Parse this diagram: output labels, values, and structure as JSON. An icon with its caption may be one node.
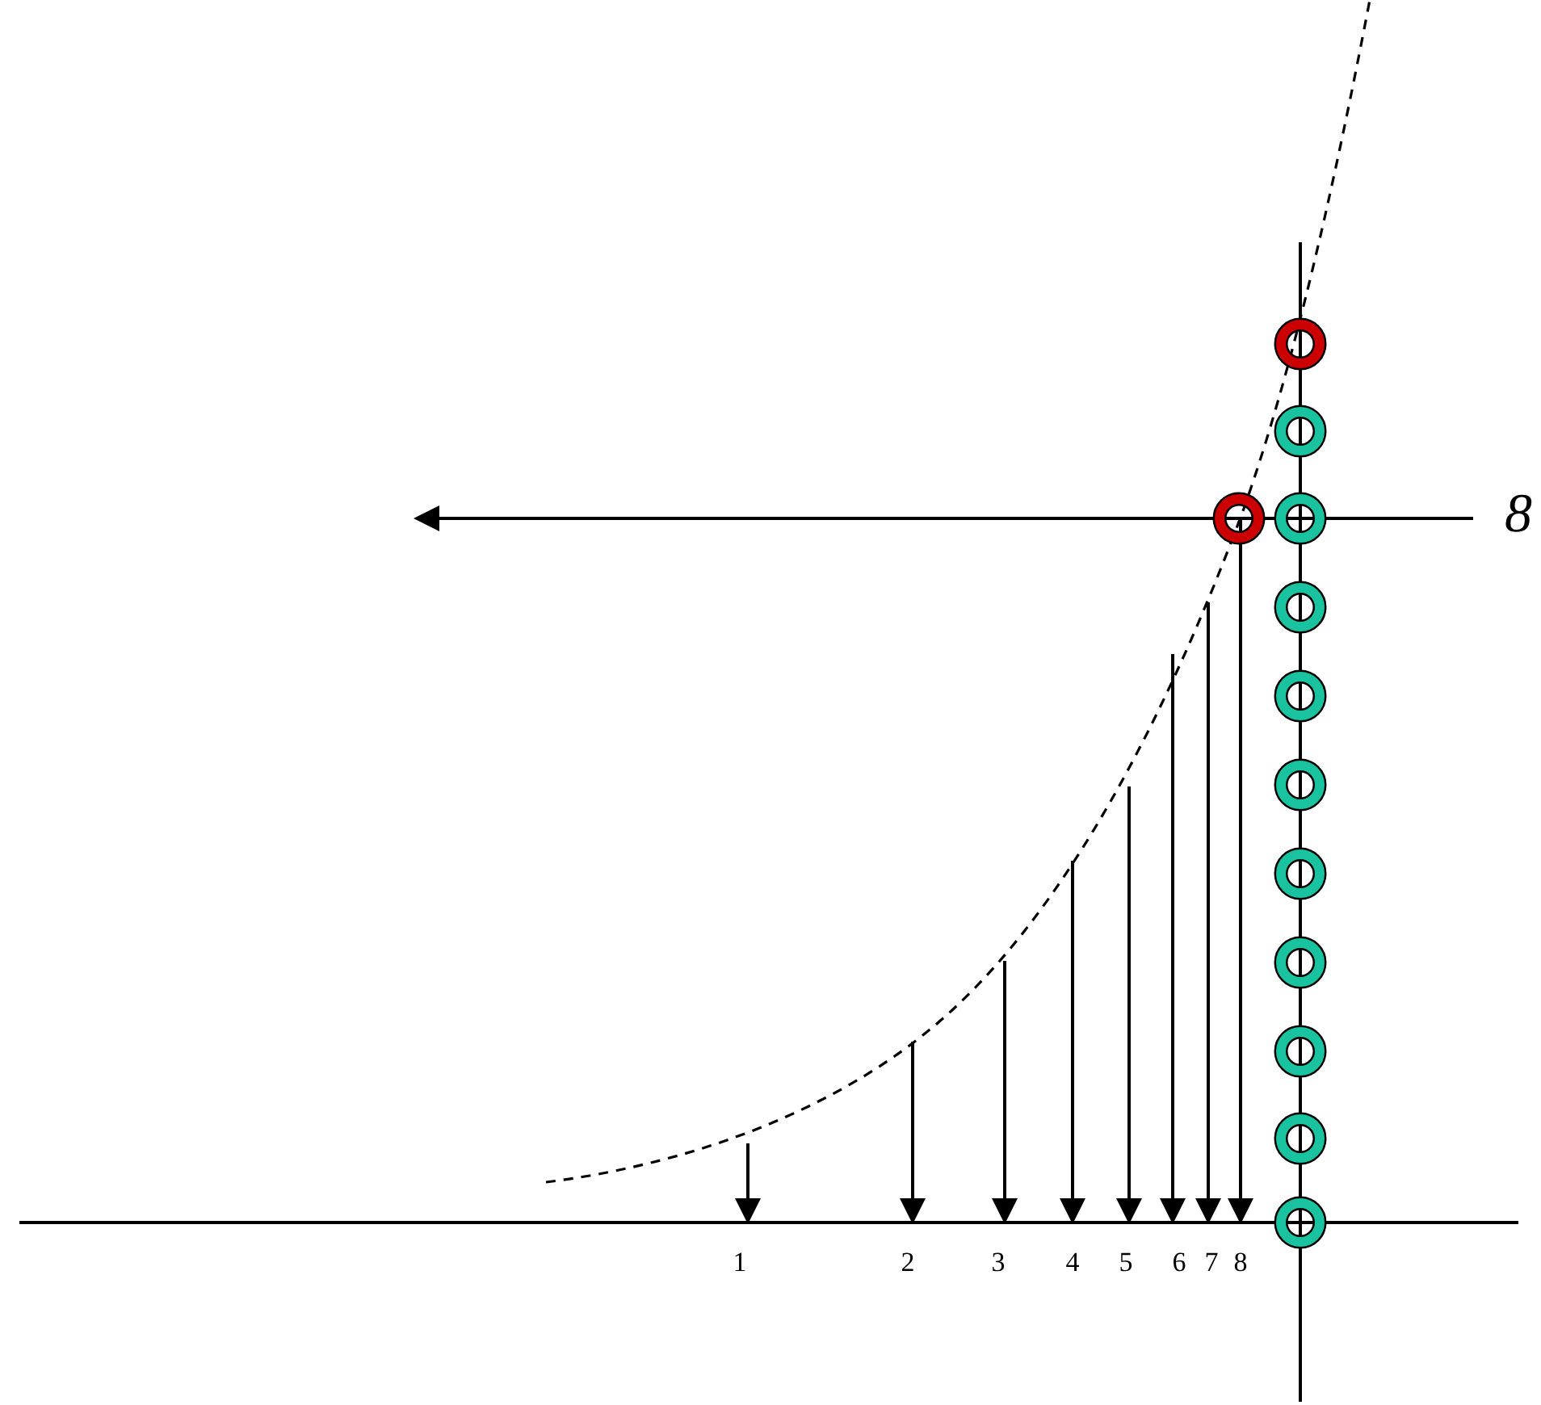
{
  "diagram": {
    "labels": [
      "8",
      "1",
      "2",
      "3",
      "4",
      "5",
      "6",
      "7",
      "8"
    ]
  }
}
